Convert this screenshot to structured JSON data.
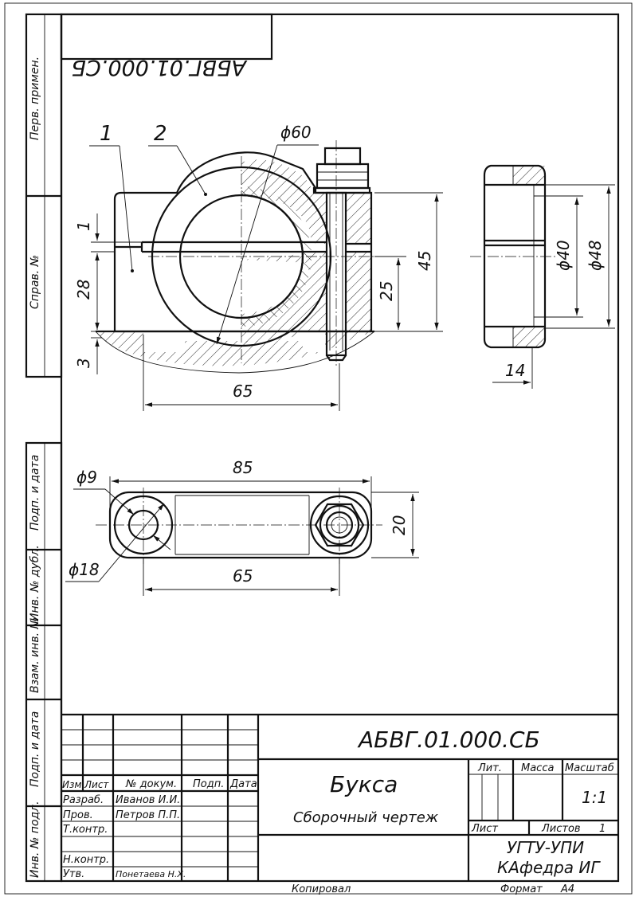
{
  "drawing": {
    "code_top_mirrored": "АБВГ.01.000.СБ",
    "code": "АБВГ.01.000.СБ",
    "part_name": "Букса",
    "doc_type": "Сборочный чертеж",
    "scale": "1:1",
    "sheets_total": "1",
    "organization_line1": "УГТУ-УПИ",
    "organization_line2": "КАфедра ИГ",
    "copied_label": "Копировал",
    "format_label": "Формат",
    "format_value": "А4"
  },
  "left_strip": {
    "perv_primen": "Перв. примен.",
    "sprav_no": "Справ. №",
    "podp_data_1": "Подп. и дата",
    "inv_dubl": "Инв. № дубл.",
    "vzam_inv": "Взам. инв. №",
    "podp_data_2": "Подп. и дата",
    "inv_podl": "Инв. № подл."
  },
  "title_block": {
    "col_izm": "Изм.",
    "col_list": "Лист",
    "col_doc": "№ докум.",
    "col_podp": "Подп.",
    "col_data": "Дата",
    "row_razrab": "Разраб.",
    "row_prov": "Пров.",
    "row_tkontr": "Т.контр.",
    "row_nkontr": "Н.контр.",
    "row_utv": "Утв.",
    "razrab_name": "Иванов И.И.",
    "prov_name": "Петров П.П.",
    "utv_name": "Понетаева Н.Х.",
    "lit_label": "Лит.",
    "massa_label": "Масса",
    "masshtab_label": "Масштаб",
    "list_label": "Лист",
    "listov_label": "Листов"
  },
  "positions": {
    "pos1": "1",
    "pos2": "2"
  },
  "dimensions": {
    "d60": "ϕ60",
    "d40": "ϕ40",
    "d48": "ϕ48",
    "d9": "ϕ9",
    "d18": "ϕ18",
    "l65_front": "65",
    "l65_top": "65",
    "l85": "85",
    "h45": "45",
    "h25": "25",
    "h28": "28",
    "h1": "1",
    "h3": "3",
    "h20": "20",
    "w14": "14"
  }
}
